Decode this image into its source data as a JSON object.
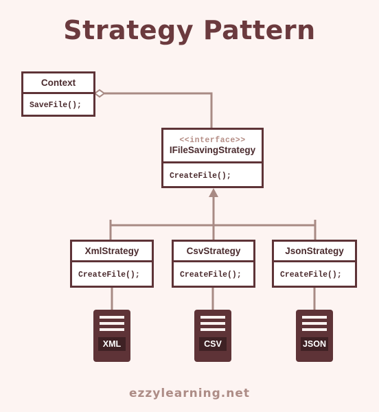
{
  "title": "Strategy Pattern",
  "context": {
    "name": "Context",
    "method": "SaveFile();"
  },
  "interface": {
    "stereotype": "<<interface>>",
    "name": "IFileSavingStrategy",
    "method": "CreateFile();"
  },
  "strategies": [
    {
      "name": "XmlStrategy",
      "method": "CreateFile();",
      "file_label": "XML"
    },
    {
      "name": "CsvStrategy",
      "method": "CreateFile();",
      "file_label": "CSV"
    },
    {
      "name": "JsonStrategy",
      "method": "CreateFile();",
      "file_label": "JSON"
    }
  ],
  "footer": "ezzylearning.net",
  "colors": {
    "background": "#fdf4f2",
    "border": "#5e3337",
    "connector": "#a88a84",
    "accent": "#6b3a3e"
  }
}
